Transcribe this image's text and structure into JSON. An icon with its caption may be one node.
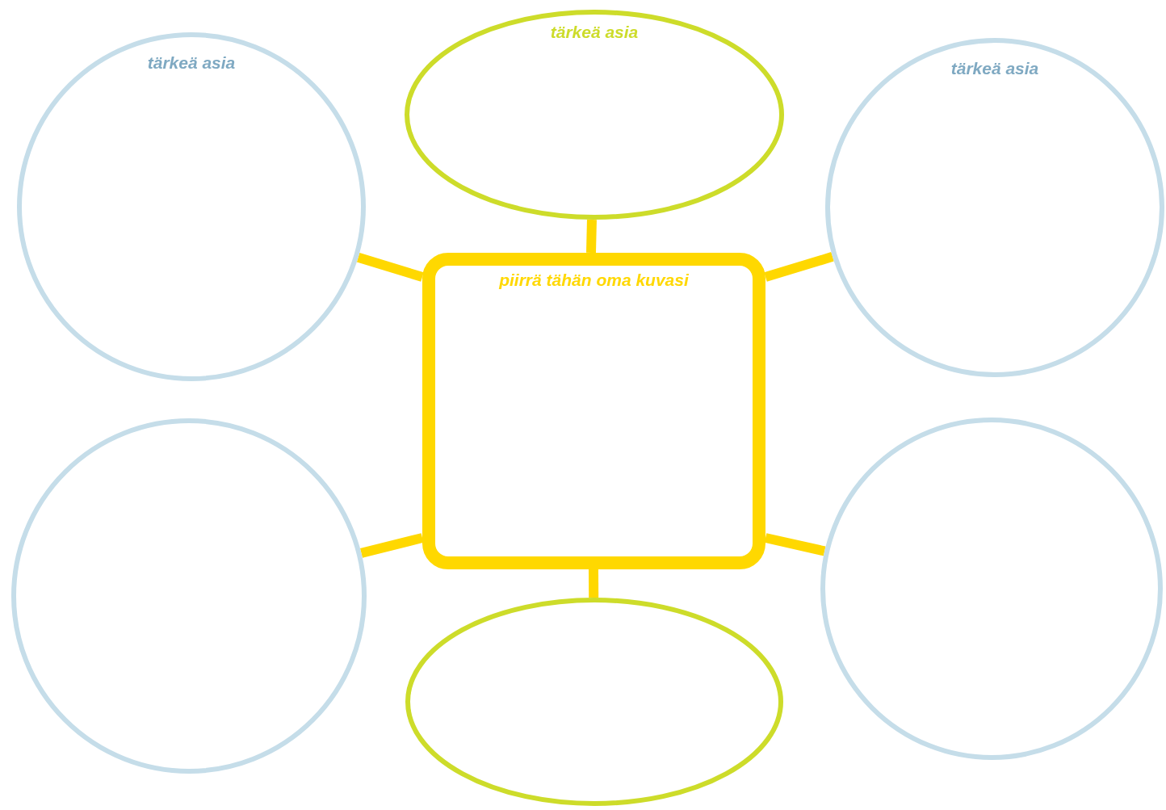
{
  "diagram": {
    "nodes": [
      {
        "text": [
          "tärkeä asia"
        ]
      },
      {
        "text": [
          "tärkeä asia"
        ]
      },
      {
        "text": [
          "tärkeä asia"
        ]
      },
      {
        "text": [
          "piirrä tähän oma kuvasi"
        ]
      },
      {
        "text": [],
        "shape": "circle"
      },
      {
        "text": [],
        "shape": "circle"
      },
      {
        "text": [],
        "shape": "ellipse"
      }
    ],
    "edges": [
      {
        "from": 3,
        "to": 0,
        "arrow": "none"
      },
      {
        "from": 3,
        "to": 1,
        "arrow": "none"
      },
      {
        "from": 3,
        "to": 2,
        "arrow": "none"
      },
      {
        "from": 3,
        "to": 4,
        "arrow": "none"
      },
      {
        "from": 3,
        "to": 5,
        "arrow": "none"
      },
      {
        "from": 3,
        "to": 6,
        "arrow": "none"
      }
    ]
  }
}
